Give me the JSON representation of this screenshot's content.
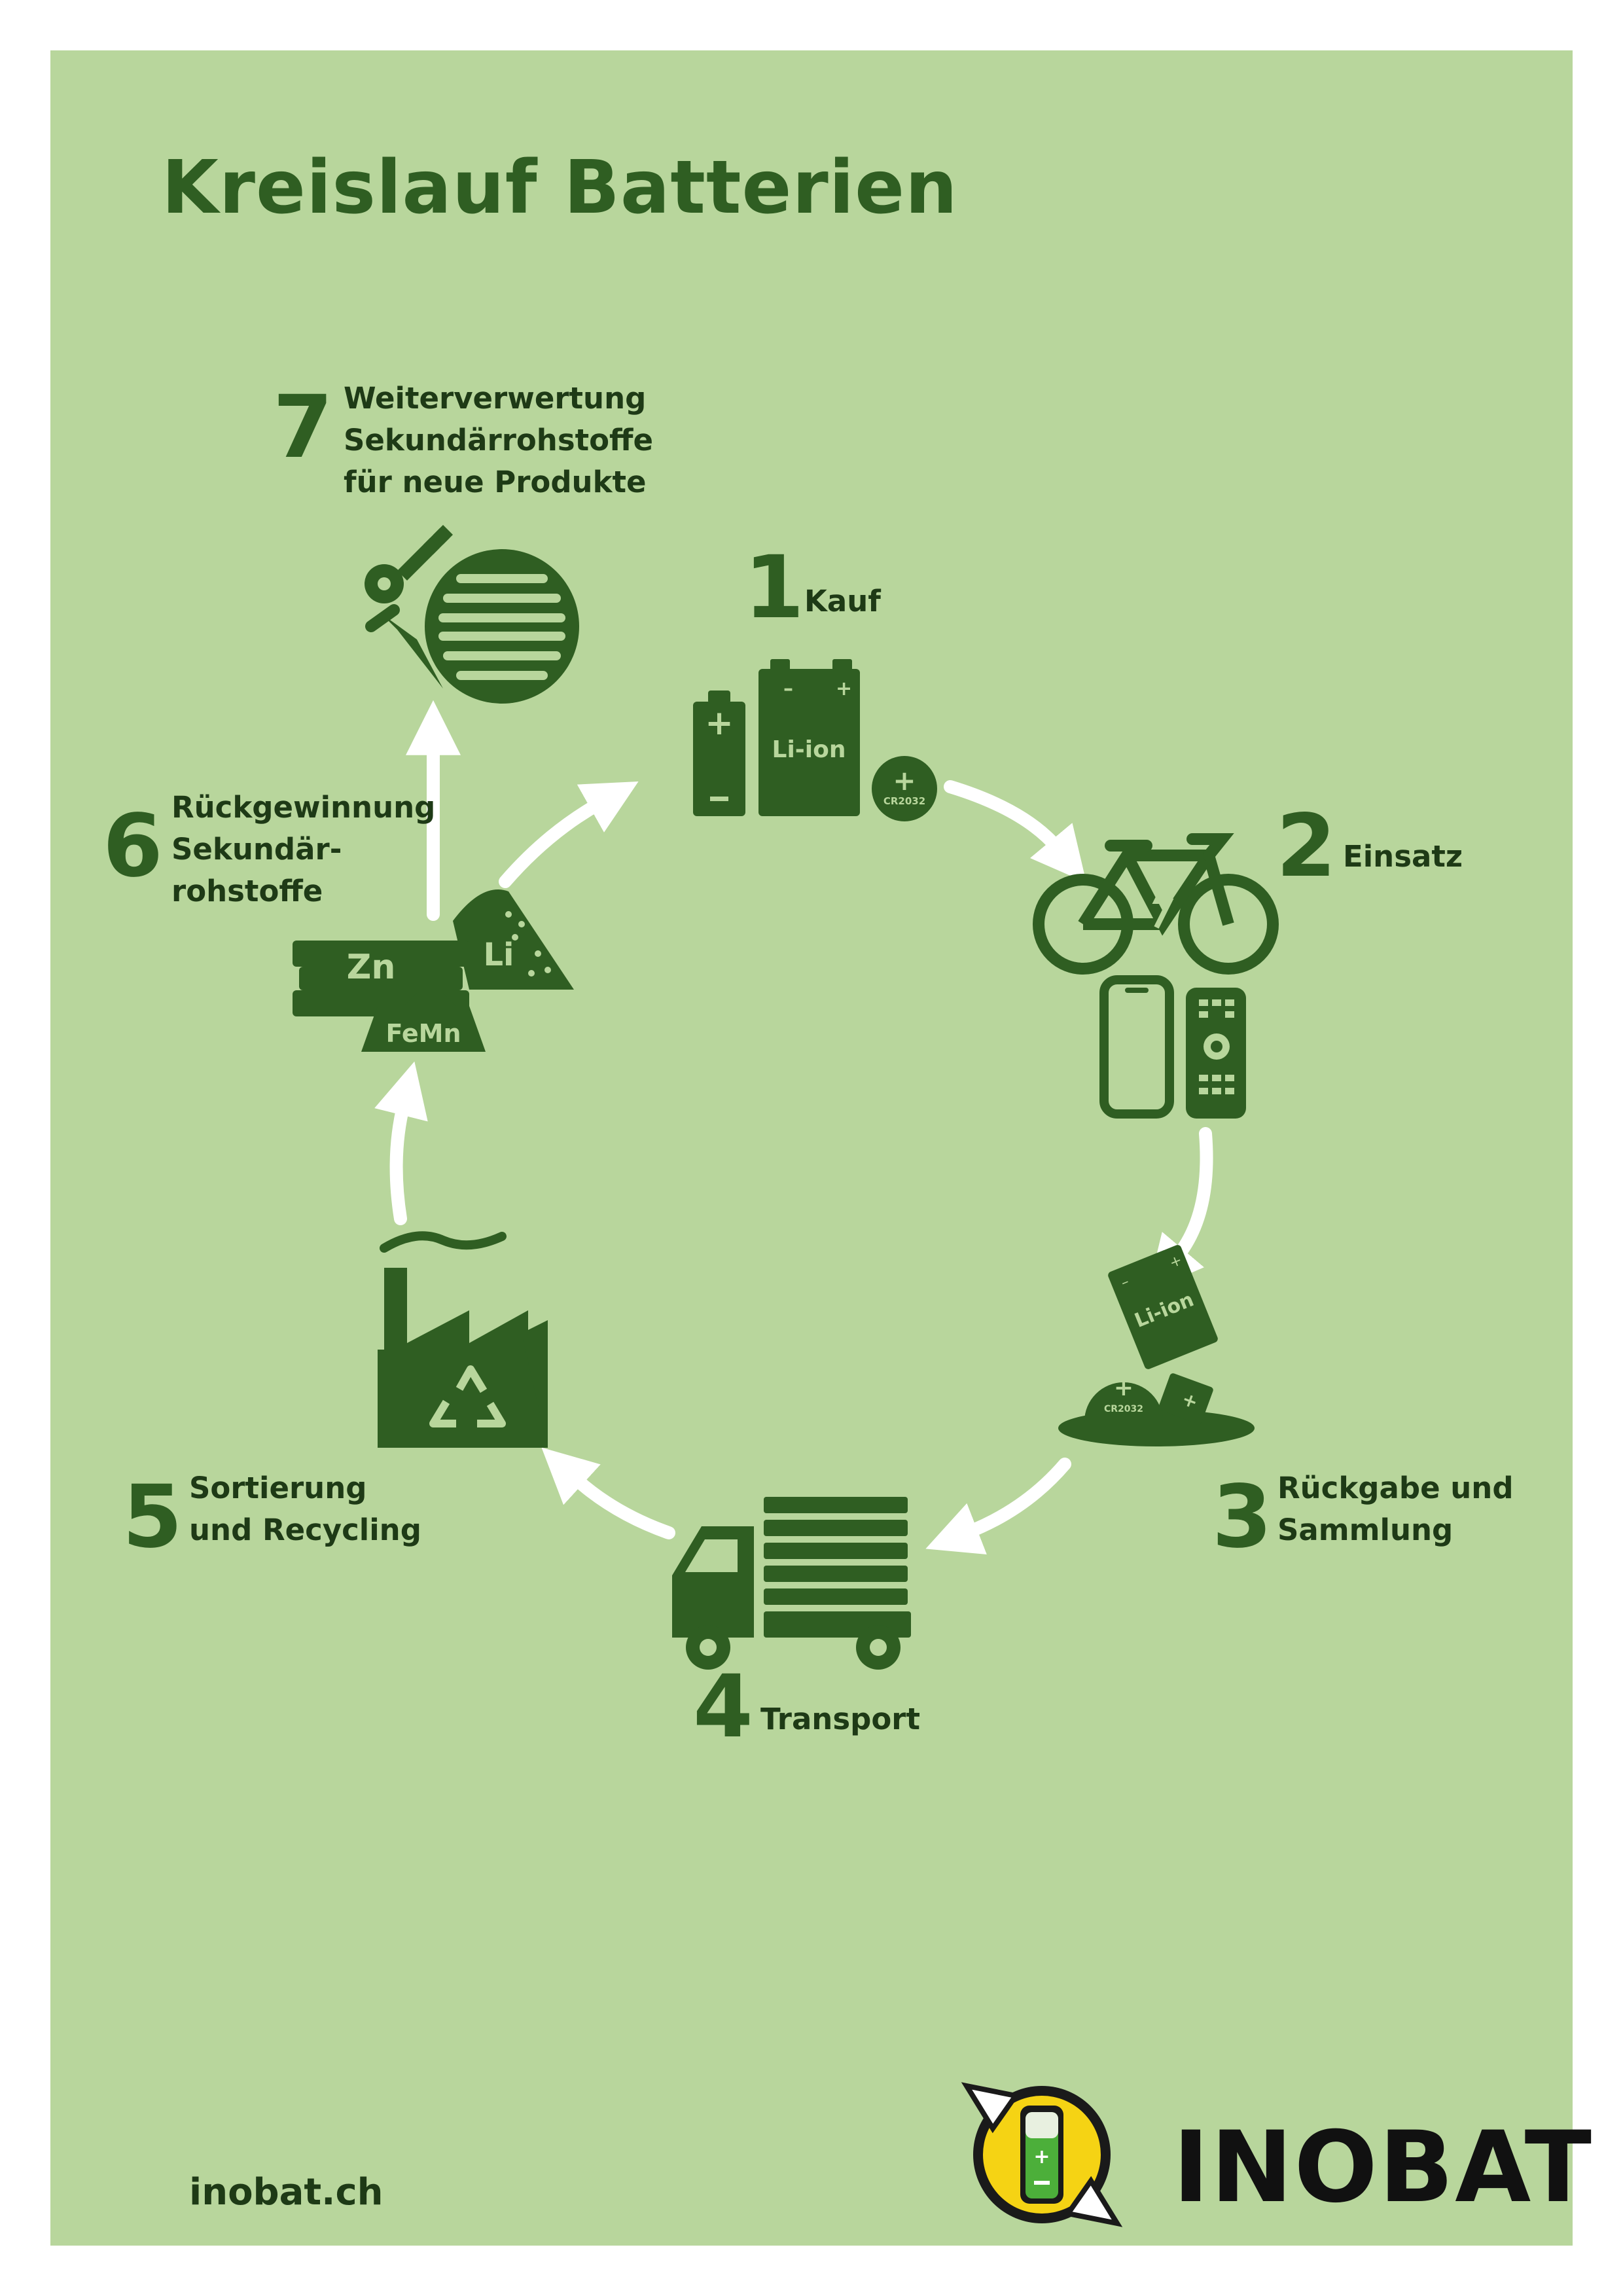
{
  "title": "Kreislauf Batterien",
  "steps": [
    {
      "number": "1",
      "label_lines": [
        "Kauf"
      ]
    },
    {
      "number": "2",
      "label_lines": [
        "Einsatz"
      ]
    },
    {
      "number": "3",
      "label_lines": [
        "Rückgabe und",
        "Sammlung"
      ]
    },
    {
      "number": "4",
      "label_lines": [
        "Transport"
      ]
    },
    {
      "number": "5",
      "label_lines": [
        "Sortierung",
        "und Recycling"
      ]
    },
    {
      "number": "6",
      "label_lines": [
        "Rückgewinnung",
        "Sekundär-",
        "rohstoffe"
      ]
    },
    {
      "number": "7",
      "label_lines": [
        "Weiterverwertung",
        "Sekundärrohstoffe",
        "für neue Produkte"
      ]
    }
  ],
  "icon_text": {
    "li_ion": "Li-ion",
    "cr2032": "CR2032",
    "zn": "Zn",
    "li": "Li",
    "femn": "FeMn"
  },
  "footer": {
    "url": "inobat.ch",
    "brand": "INOBAT"
  },
  "colors": {
    "background": "#b8d69c",
    "dark_green": "#2f5e22",
    "text": "#1e3a16",
    "arrow": "#ffffff",
    "logo_yellow": "#f5d314",
    "logo_green": "#4caf3a"
  },
  "icons": [
    "battery-icon",
    "bicycle-icon",
    "phone-icon",
    "remote-icon",
    "truck-icon",
    "factory-icon",
    "recycle-icon",
    "ingot-icon",
    "key-icon",
    "screw-icon",
    "manhole-icon",
    "inobat-logo-icon"
  ]
}
